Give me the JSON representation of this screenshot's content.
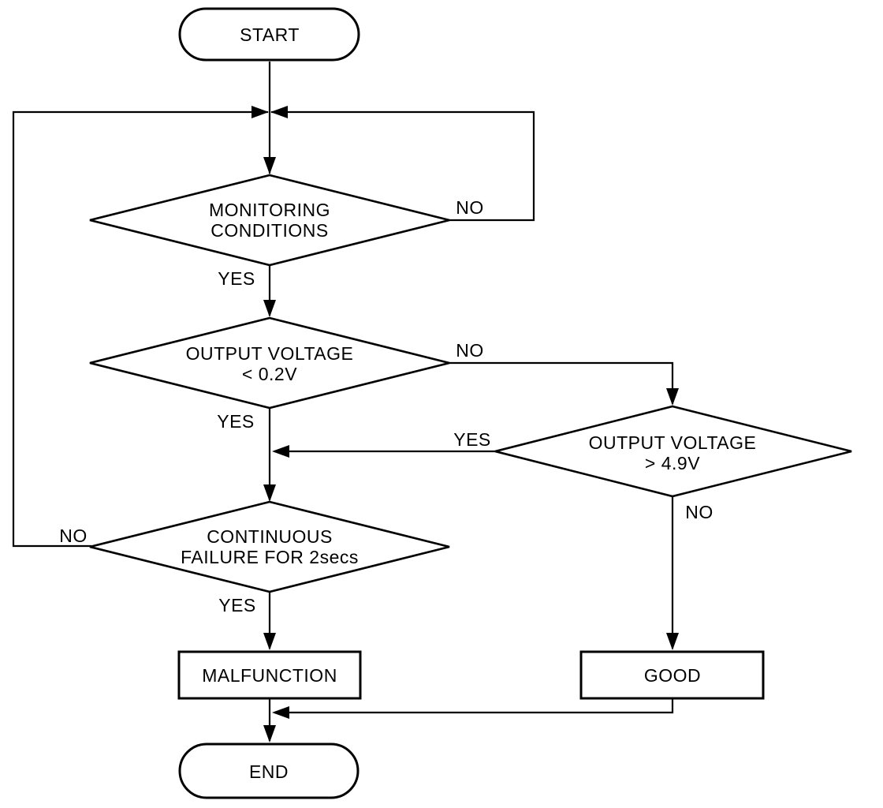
{
  "colors": {
    "background": "#ffffff",
    "line": "#000000",
    "text": "#000000"
  },
  "flowchart": {
    "nodes": {
      "start": {
        "label": "START",
        "type": "terminator"
      },
      "monitoring": {
        "line1": "MONITORING",
        "line2": "CONDITIONS",
        "type": "decision"
      },
      "voltage_low": {
        "line1": "OUTPUT VOLTAGE",
        "line2": "< 0.2V",
        "type": "decision"
      },
      "voltage_high": {
        "line1": "OUTPUT VOLTAGE",
        "line2": "> 4.9V",
        "type": "decision"
      },
      "continuous_failure": {
        "line1": "CONTINUOUS",
        "line2": "FAILURE FOR 2secs",
        "type": "decision"
      },
      "malfunction": {
        "label": "MALFUNCTION",
        "type": "process"
      },
      "good": {
        "label": "GOOD",
        "type": "process"
      },
      "end": {
        "label": "END",
        "type": "terminator"
      }
    },
    "edge_labels": {
      "monitoring_no": "NO",
      "monitoring_yes": "YES",
      "voltage_low_no": "NO",
      "voltage_low_yes": "YES",
      "voltage_high_yes": "YES",
      "voltage_high_no": "NO",
      "continuous_no": "NO",
      "continuous_yes": "YES"
    }
  }
}
